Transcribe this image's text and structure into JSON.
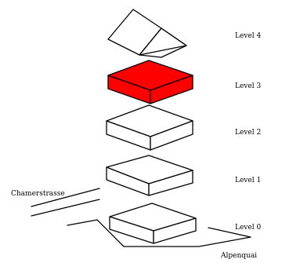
{
  "levels": [
    {
      "label": "Level 4",
      "shape": "roof",
      "fill": "#ffffff"
    },
    {
      "label": "Level 3",
      "shape": "slab",
      "fill": "#ff0000"
    },
    {
      "label": "Level 2",
      "shape": "slab",
      "fill": "#ffffff"
    },
    {
      "label": "Level 1",
      "shape": "slab",
      "fill": "#ffffff"
    },
    {
      "label": "Level 0",
      "shape": "slab",
      "fill": "#ffffff"
    }
  ],
  "streets": {
    "chamerstrasse": "Chamerstrasse",
    "alpenquai": "Alpenquai"
  },
  "colors": {
    "stroke": "#000000",
    "highlight": "#ff0000",
    "background": "#ffffff"
  }
}
